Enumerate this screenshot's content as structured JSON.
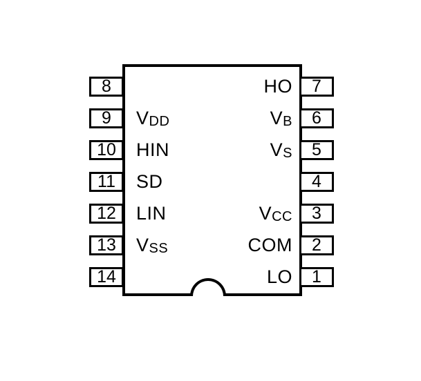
{
  "chip": {
    "left_pins": [
      {
        "number": "8",
        "label_main": "",
        "label_sub": ""
      },
      {
        "number": "9",
        "label_main": "V",
        "label_sub": "DD"
      },
      {
        "number": "10",
        "label_main": "HIN",
        "label_sub": ""
      },
      {
        "number": "11",
        "label_main": "SD",
        "label_sub": ""
      },
      {
        "number": "12",
        "label_main": "LIN",
        "label_sub": ""
      },
      {
        "number": "13",
        "label_main": "V",
        "label_sub": "SS"
      },
      {
        "number": "14",
        "label_main": "",
        "label_sub": ""
      }
    ],
    "right_pins": [
      {
        "number": "7",
        "label_main": "HO",
        "label_sub": ""
      },
      {
        "number": "6",
        "label_main": "V",
        "label_sub": "B"
      },
      {
        "number": "5",
        "label_main": "V",
        "label_sub": "S"
      },
      {
        "number": "4",
        "label_main": "",
        "label_sub": ""
      },
      {
        "number": "3",
        "label_main": "V",
        "label_sub": "CC"
      },
      {
        "number": "2",
        "label_main": "COM",
        "label_sub": ""
      },
      {
        "number": "1",
        "label_main": "LO",
        "label_sub": ""
      }
    ],
    "colors": {
      "line": "#000000",
      "background": "#ffffff"
    }
  }
}
